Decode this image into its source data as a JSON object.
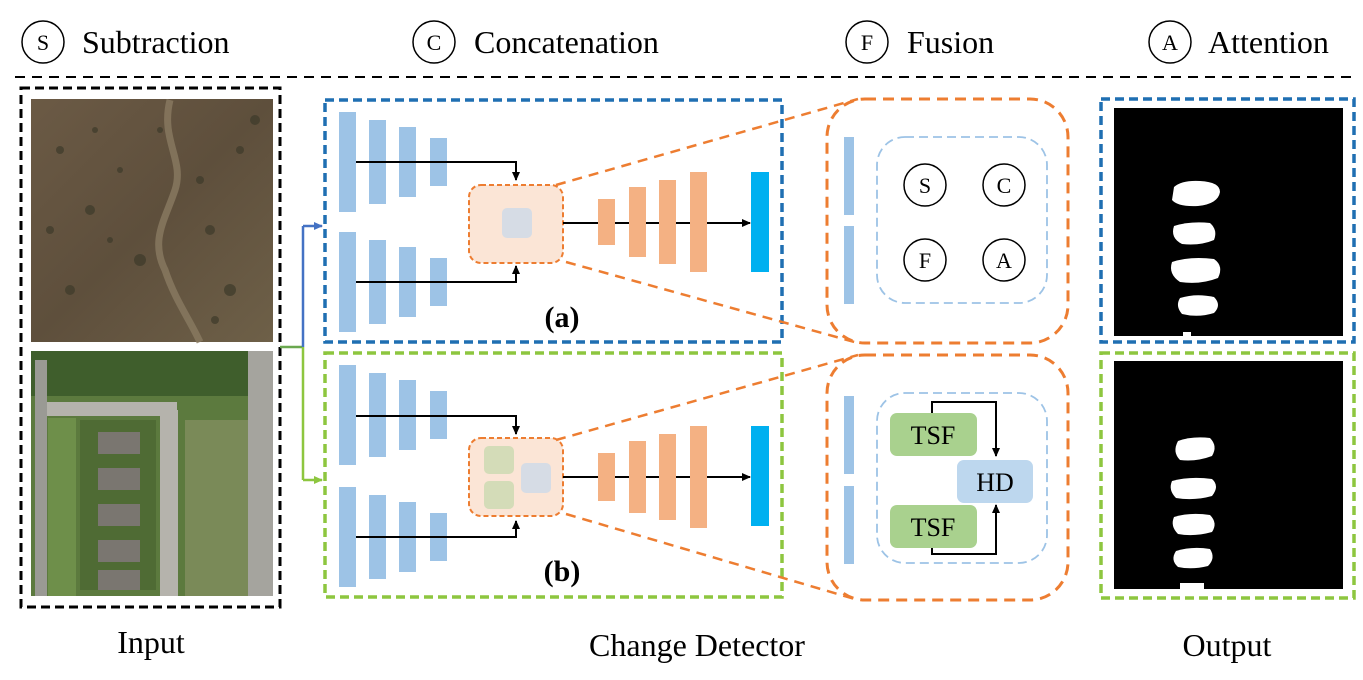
{
  "legend": [
    {
      "symbol": "S",
      "label": "Subtraction"
    },
    {
      "symbol": "C",
      "label": "Concatenation"
    },
    {
      "symbol": "F",
      "label": "Fusion"
    },
    {
      "symbol": "A",
      "label": "Attention"
    }
  ],
  "captions": {
    "input": "Input",
    "detector": "Change Detector",
    "output": "Output"
  },
  "panels": {
    "a_label": "(a)",
    "b_label": "(b)"
  },
  "fusion_ops": [
    "S",
    "C",
    "F",
    "A"
  ],
  "fusion_b": {
    "tsf_top": "TSF",
    "tsf_bottom": "TSF",
    "hd": "HD"
  },
  "colors": {
    "panel_a_border": "#1f6fb2",
    "panel_b_border": "#8dc63f",
    "encoder_blue": "#9dc3e6",
    "decoder_orange": "#f4b183",
    "fusion_orange": "#ed7d31",
    "output_cyan": "#00b0f0",
    "tsf_green": "#a9d18e",
    "hd_blue": "#bdd7ee"
  }
}
